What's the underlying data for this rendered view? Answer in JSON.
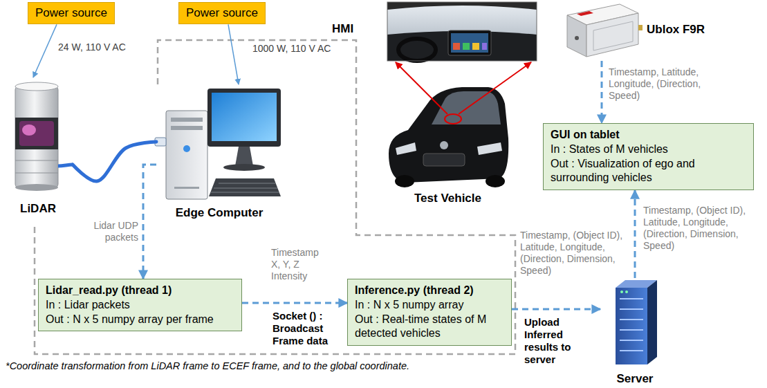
{
  "diagram": {
    "nodes": [
      {
        "text": [
          "Power source"
        ]
      },
      {
        "text": [
          "Power source"
        ]
      },
      {
        "text": [
          "Ublox F9R"
        ]
      },
      {
        "text": [
          "HMI"
        ]
      },
      {
        "text": [
          "LiDAR"
        ]
      },
      {
        "text": [
          "Edge Computer"
        ]
      },
      {
        "text": [
          "Test Vehicle"
        ]
      },
      {
        "text": [
          "GUI on tablet",
          "In : States of M vehicles",
          "Out : Visualization of ego and surrounding vehicles"
        ]
      },
      {
        "text": [
          "Lidar_read.py (thread 1)",
          "In : Lidar packets",
          "Out : N x 5 numpy array per frame"
        ]
      },
      {
        "text": [
          "Inference.py (thread 2)",
          "In : N x 5 numpy array",
          "Out : Real-time states of M detected vehicles"
        ]
      },
      {
        "text": [
          "Server"
        ]
      }
    ],
    "edges": [
      {
        "from": 0,
        "to": 4,
        "arrow": "to",
        "label": "24 W, 110 V AC"
      },
      {
        "from": 1,
        "to": 5,
        "arrow": "to",
        "label": "1000 W, 110 V AC"
      },
      {
        "from": 4,
        "to": 5,
        "arrow": "none"
      },
      {
        "from": 5,
        "to": 8,
        "arrow": "to",
        "label": "Lidar UDP packets"
      },
      {
        "from": 8,
        "to": 9,
        "arrow": "to",
        "label": "Timestamp X, Y, Z Intensity"
      },
      {
        "from": 9,
        "to": 10,
        "arrow": "to",
        "label": "Timestamp, (Object ID), Latitude, Longitude, (Direction, Dimension, Speed)"
      },
      {
        "from": 10,
        "to": 7,
        "arrow": "to",
        "label": "Timestamp, (Object ID), Latitude, Longitude, (Direction, Dimension, Speed)"
      },
      {
        "from": 2,
        "to": 7,
        "arrow": "to",
        "label": "Timestamp, Latitude, Longitude, (Direction, Speed)"
      },
      {
        "from": 6,
        "to": 3,
        "arrow": "to"
      },
      {
        "from": 6,
        "to": 3,
        "arrow": "to"
      }
    ],
    "labels": [
      "Socket () : Broadcast Frame data",
      "Upload Inferred results to server",
      "*Coordinate transformation from LiDAR frame to ECEF frame, and to the global coordinate."
    ]
  }
}
